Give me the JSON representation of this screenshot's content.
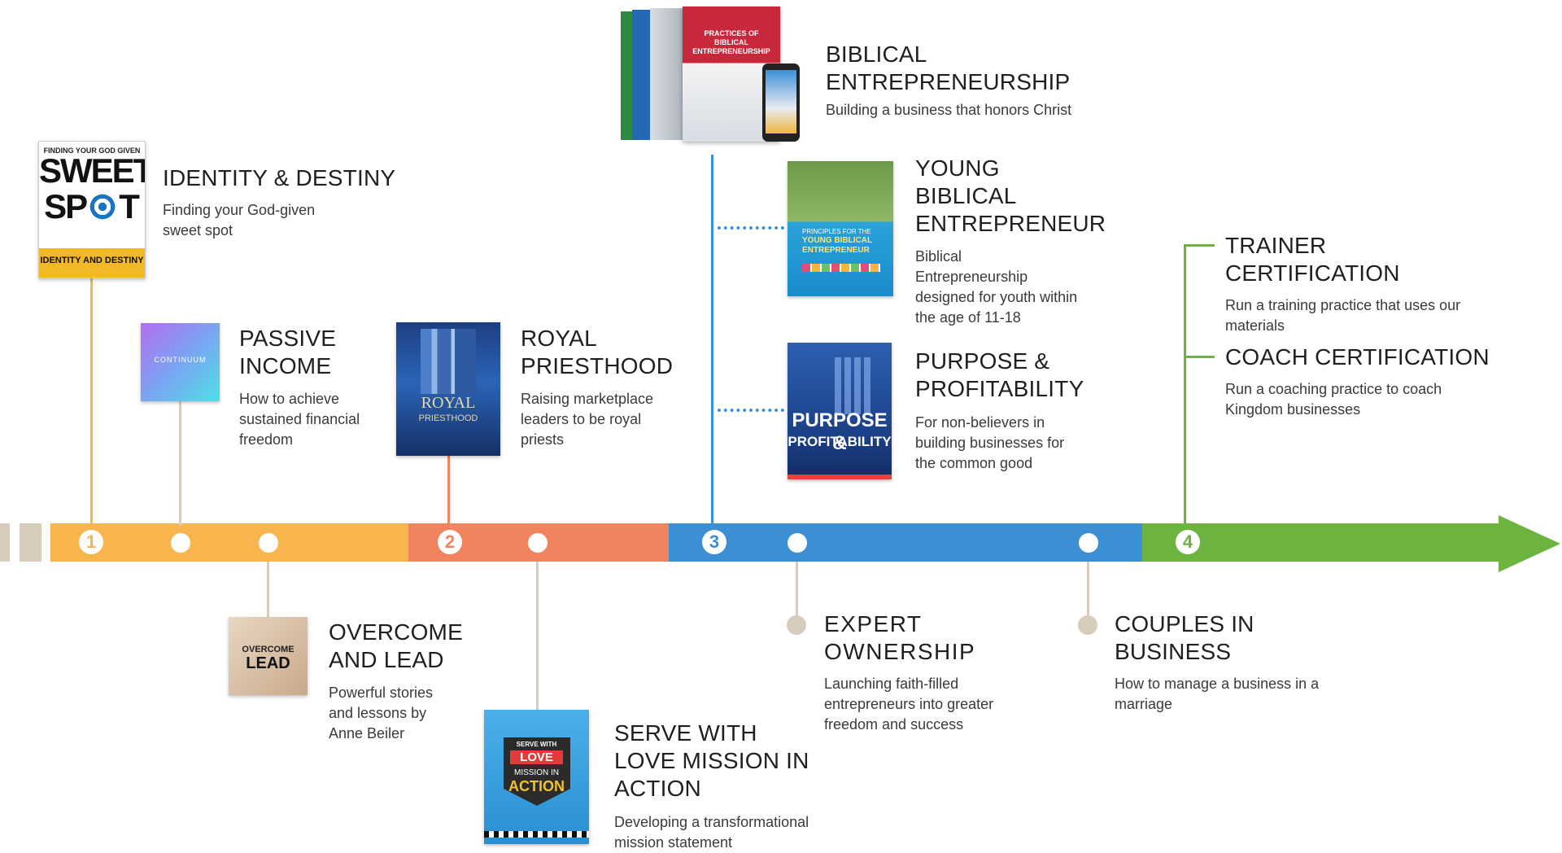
{
  "colors": {
    "stage1": "#f9b54d",
    "stage2": "#f1845e",
    "stage3": "#3d8fd3",
    "stage4": "#6cb33f",
    "connector_neutral": "#d8cdbd"
  },
  "stages": [
    {
      "number": "1"
    },
    {
      "number": "2"
    },
    {
      "number": "3"
    },
    {
      "number": "4"
    }
  ],
  "items": {
    "identity": {
      "title": "IDENTITY & DESTINY",
      "desc": "Finding your God-given sweet spot",
      "cover": {
        "line1": "FINDING YOUR GOD GIVEN",
        "line2": "SWEET",
        "line3": "SP",
        "line4": "T",
        "band": "IDENTITY AND DESTINY"
      }
    },
    "passive": {
      "title": "PASSIVE INCOME",
      "desc": "How to achieve sustained financial freedom",
      "cover": {
        "text": "CONTINUUM"
      }
    },
    "overcome": {
      "title": "OVERCOME AND LEAD",
      "desc": "Powerful stories and lessons by Anne Beiler",
      "cover": {
        "line1": "OVERCOME",
        "line2": "LEAD"
      }
    },
    "royal": {
      "title": "ROYAL PRIESTHOOD",
      "desc": "Raising marketplace leaders to be royal priests",
      "cover": {
        "line1": "ROYAL",
        "line2": "PRIESTHOOD"
      }
    },
    "serve": {
      "title": "SERVE WITH LOVE MISSION IN ACTION",
      "desc": "Developing a transformational mission statement",
      "cover": {
        "line1": "SERVE WITH",
        "line2": "LOVE",
        "line3": "MISSION IN",
        "line4": "ACTION"
      }
    },
    "biblical": {
      "title": "BIBLICAL ENTREPRENEURSHIP",
      "desc": "Building a business that honors Christ",
      "cover": {
        "text": "PRACTICES OF BIBLICAL ENTREPRENEURSHIP"
      }
    },
    "young": {
      "title": "YOUNG BIBLICAL ENTREPRENEUR",
      "desc": "Biblical Entrepreneurship designed for youth within the age of 11-18",
      "cover": {
        "line1": "PRINCIPLES FOR THE",
        "line2": "YOUNG BIBLICAL ENTREPRENEUR"
      }
    },
    "purpose": {
      "title": "PURPOSE & PROFITABILITY",
      "desc": "For non-believers in building businesses for the common good",
      "cover": {
        "line1": "PURPOSE &",
        "line2": "PROFITABILITY"
      }
    },
    "expert": {
      "title": "EXPERT OWNERSHIP",
      "desc": "Launching faith-filled entrepreneurs into greater freedom and success"
    },
    "couples": {
      "title": "COUPLES IN BUSINESS",
      "desc": "How to manage a business in a marriage"
    },
    "trainer": {
      "title": "TRAINER CERTIFICATION",
      "desc": "Run a training practice that uses our materials"
    },
    "coach": {
      "title": "COACH CERTIFICATION",
      "desc": "Run a coaching practice to coach Kingdom businesses"
    }
  }
}
